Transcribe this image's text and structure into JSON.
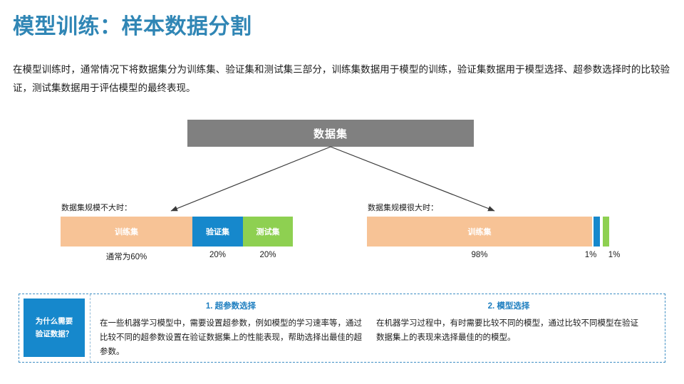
{
  "slide": {
    "title": "模型训练：样本数据分割",
    "intro": "在模型训练时，通常情况下将数据集分为训练集、验证集和测试集三部分，训练集数据用于模型的训练，验证集数据用于模型选择、超参数选择时的比较验证，测试集数据用于评估模型的最终表现。",
    "accent_color": "#3086b5"
  },
  "diagram": {
    "root_label": "数据集",
    "root_color": "#808080",
    "small_dataset": {
      "caption": "数据集规模不大时：",
      "segments": [
        {
          "label": "训练集",
          "pct_label": "通常为60%",
          "value": 60,
          "color": "#f7c396"
        },
        {
          "label": "验证集",
          "pct_label": "20%",
          "value": 20,
          "color": "#1688cc"
        },
        {
          "label": "测试集",
          "pct_label": "20%",
          "value": 20,
          "color": "#8ed051"
        }
      ]
    },
    "large_dataset": {
      "caption": "数据集规模很大时：",
      "segments": [
        {
          "label": "训练集",
          "pct_label": "98%",
          "value": 98,
          "color": "#f7c396"
        },
        {
          "label": "",
          "pct_label": "1%",
          "value": 1,
          "color": "#1688cc"
        },
        {
          "label": "",
          "pct_label": "1%",
          "value": 1,
          "color": "#8ed051"
        }
      ]
    }
  },
  "bottom": {
    "badge_line1": "为什么需要",
    "badge_line2": "验证数据？",
    "badge_color": "#1688cc",
    "columns": [
      {
        "heading": "1. 超参数选择",
        "body": "在一些机器学习模型中，需要设置超参数，例如模型的学习速率等，通过比较不同的超参数设置在验证数据集上的性能表现，帮助选择出最佳的超参数。"
      },
      {
        "heading": "2. 模型选择",
        "body": "在机器学习过程中，有时需要比较不同的模型，通过比较不同模型在验证数据集上的表现来选择最佳的的模型。"
      }
    ]
  }
}
